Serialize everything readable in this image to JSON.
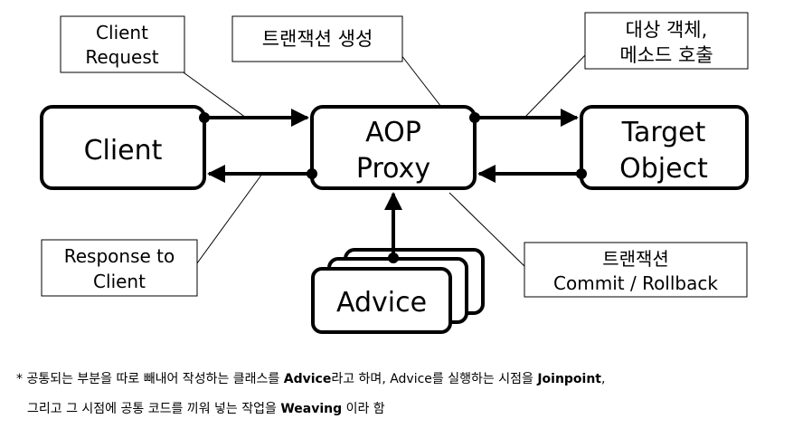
{
  "components": {
    "client": "Client",
    "proxy_line1": "AOP",
    "proxy_line2": "Proxy",
    "target_line1": "Target",
    "target_line2": "Object",
    "advice": "Advice"
  },
  "notes": {
    "client_request_line1": "Client",
    "client_request_line2": "Request",
    "tx_create": "트랜잭션 생성",
    "target_call_line1": "대상 객체,",
    "target_call_line2": "메소드 호출",
    "response_line1": "Response to",
    "response_line2": "Client",
    "tx_commit_line1": "트랜잭션",
    "tx_commit_line2": "Commit / Rollback"
  },
  "caption": {
    "l1_a": "* 공통되는 부분을 따로 빼내어 작성하는 클래스를 ",
    "l1_b": "Advice",
    "l1_c": "라고 하며, Advice를 실행하는 시점을 ",
    "l1_d": "Joinpoint",
    "l1_e": ",",
    "l2_a": "그리고 그 시점에 공통 코드를 끼워 넣는 작업을 ",
    "l2_b": "Weaving",
    "l2_c": " 이라 함"
  }
}
